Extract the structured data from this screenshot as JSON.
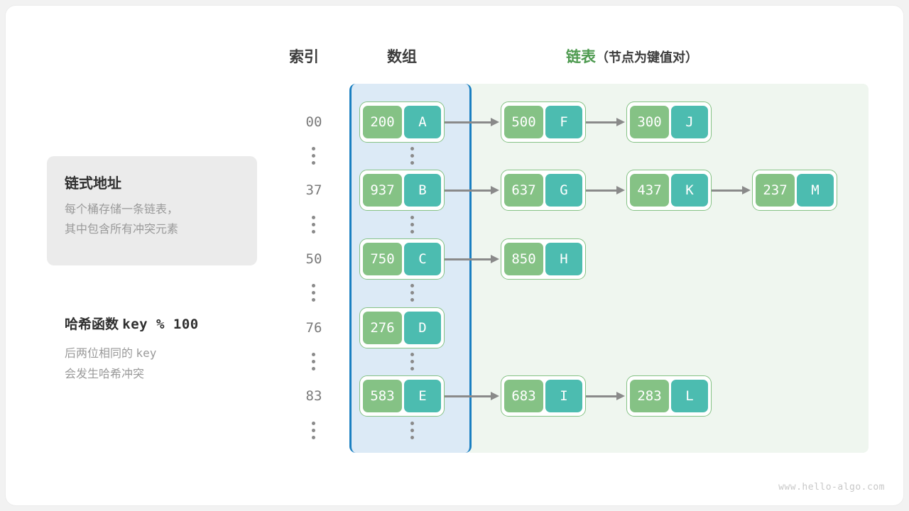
{
  "headers": {
    "index": "索引",
    "array": "数组",
    "list_main": "链表",
    "list_sub": "（节点为键值对）"
  },
  "info_card": {
    "title": "链式地址",
    "body": "每个桶存储一条链表，\n其中包含所有冲突元素"
  },
  "hash_note": {
    "title_prefix": "哈希函数 ",
    "title_mono": "key % 100",
    "body_line1": "后两位相同的 ",
    "body_mono": "key",
    "body_line2": "会发生哈希冲突"
  },
  "colors": {
    "key_fill": "#85c285",
    "value_fill": "#4cbcb0",
    "node_border": "#85c285",
    "array_region_bg": "#dceaf6",
    "array_region_border": "#1a7fc1",
    "list_region_bg": "#eff6ef",
    "arrow": "#8a8a8a",
    "index_text": "#7a7a7a",
    "list_header_green": "#4d9a4f",
    "card_bg": "#ebebeb"
  },
  "rows": [
    {
      "index": "00",
      "nodes": [
        {
          "key": "200",
          "value": "A"
        },
        {
          "key": "500",
          "value": "F"
        },
        {
          "key": "300",
          "value": "J"
        }
      ]
    },
    {
      "index": "37",
      "nodes": [
        {
          "key": "937",
          "value": "B"
        },
        {
          "key": "637",
          "value": "G"
        },
        {
          "key": "437",
          "value": "K"
        },
        {
          "key": "237",
          "value": "M"
        }
      ]
    },
    {
      "index": "50",
      "nodes": [
        {
          "key": "750",
          "value": "C"
        },
        {
          "key": "850",
          "value": "H"
        }
      ]
    },
    {
      "index": "76",
      "nodes": [
        {
          "key": "276",
          "value": "D"
        }
      ]
    },
    {
      "index": "83",
      "nodes": [
        {
          "key": "583",
          "value": "E"
        },
        {
          "key": "683",
          "value": "I"
        },
        {
          "key": "283",
          "value": "L"
        }
      ]
    }
  ],
  "watermark": "www.hello-algo.com"
}
